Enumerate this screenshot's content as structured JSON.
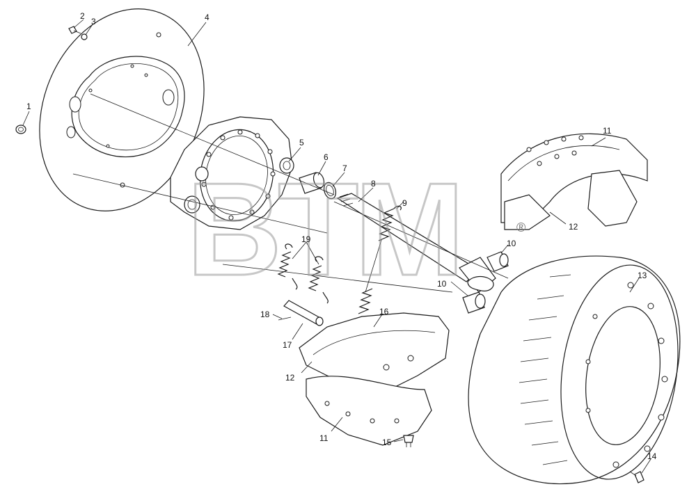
{
  "watermark": {
    "text": "BTM",
    "mark": "®"
  },
  "callouts": [
    {
      "id": "c1",
      "label": "1"
    },
    {
      "id": "c2",
      "label": "2"
    },
    {
      "id": "c3",
      "label": "3"
    },
    {
      "id": "c4",
      "label": "4"
    },
    {
      "id": "c5",
      "label": "5"
    },
    {
      "id": "c6",
      "label": "6"
    },
    {
      "id": "c7",
      "label": "7"
    },
    {
      "id": "c8",
      "label": "8"
    },
    {
      "id": "c9",
      "label": "9"
    },
    {
      "id": "c10a",
      "label": "10"
    },
    {
      "id": "c10b",
      "label": "10"
    },
    {
      "id": "c11a",
      "label": "11"
    },
    {
      "id": "c11b",
      "label": "11"
    },
    {
      "id": "c12a",
      "label": "12"
    },
    {
      "id": "c12b",
      "label": "12"
    },
    {
      "id": "c13",
      "label": "13"
    },
    {
      "id": "c14",
      "label": "14"
    },
    {
      "id": "c15",
      "label": "15"
    },
    {
      "id": "c16",
      "label": "16"
    },
    {
      "id": "c17",
      "label": "17"
    },
    {
      "id": "c18",
      "label": "18"
    },
    {
      "id": "c19",
      "label": "19"
    }
  ]
}
